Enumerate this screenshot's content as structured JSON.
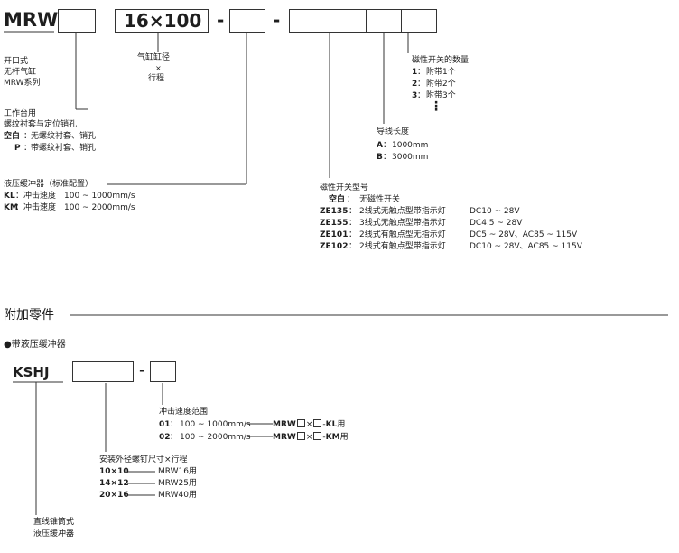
{
  "code": {
    "prefix": "MRW",
    "bore_stroke": "16×100",
    "dash": "-"
  },
  "mount": {
    "title_lines": [
      "开口式",
      "无杆气缸",
      "MRW系列"
    ]
  },
  "bore": {
    "lines": [
      "气缸缸径",
      "×",
      "行程"
    ]
  },
  "table": {
    "title": "工作台用",
    "title2": "螺纹衬套与定位销孔",
    "rows": [
      {
        "key": "空白",
        "text": "无螺纹衬套、销孔"
      },
      {
        "key": "P",
        "text": "带螺纹衬套、销孔"
      }
    ]
  },
  "shock": {
    "title": "液压缓冲器（标准配置）",
    "rows": [
      {
        "key": "KL",
        "text": "冲击速度　100 ~ 1000mm/s"
      },
      {
        "key": "KM",
        "text": "冲击速度　100 ~ 2000mm/s"
      }
    ]
  },
  "switch_count": {
    "title": "磁性开关的数量",
    "rows": [
      {
        "key": "1",
        "text": "附带1个"
      },
      {
        "key": "2",
        "text": "附带2个"
      },
      {
        "key": "3",
        "text": "附带3个"
      }
    ],
    "more": "⋮"
  },
  "lead": {
    "title": "导线长度",
    "rows": [
      {
        "key": "A",
        "text": "1000mm"
      },
      {
        "key": "B",
        "text": "3000mm"
      }
    ]
  },
  "switch_model": {
    "title": "磁性开关型号",
    "blank_key": "空白",
    "blank_text": "无磁性开关",
    "rows": [
      {
        "key": "ZE135",
        "desc": "2线式无触点型带指示灯",
        "volt": "DC10 ~ 28V"
      },
      {
        "key": "ZE155",
        "desc": "3线式无触点型带指示灯",
        "volt": "DC4.5 ~ 28V"
      },
      {
        "key": "ZE101",
        "desc": "2线式有触点型无指示灯",
        "volt": "DC5 ~ 28V、AC85 ~ 115V"
      },
      {
        "key": "ZE102",
        "desc": "2线式有触点型带指示灯",
        "volt": "DC10 ~ 28V、AC85 ~ 115V"
      }
    ]
  },
  "accessories": {
    "heading": "附加零件",
    "subheading": "●带液压缓冲器",
    "code": "KSHJ",
    "dash": "-",
    "speed": {
      "title": "冲击速度范围",
      "rows": [
        {
          "key": "01",
          "text": "100 ~ 1000mm/s",
          "ref_a": "MRW",
          "ref_b": "×",
          "ref_c": "-",
          "ref_d": "KL",
          "ref_e": "用"
        },
        {
          "key": "02",
          "text": "100 ~ 2000mm/s",
          "ref_a": "MRW",
          "ref_b": "×",
          "ref_c": "-",
          "ref_d": "KM",
          "ref_e": "用"
        }
      ]
    },
    "size": {
      "title": "安装外径螺钉尺寸×行程",
      "rows": [
        {
          "key": "10×10",
          "text": "MRW16用"
        },
        {
          "key": "14×12",
          "text": "MRW25用"
        },
        {
          "key": "20×16",
          "text": "MRW40用"
        }
      ]
    },
    "type_lines": [
      "直线锥筒式",
      "液压缓冲器"
    ]
  }
}
